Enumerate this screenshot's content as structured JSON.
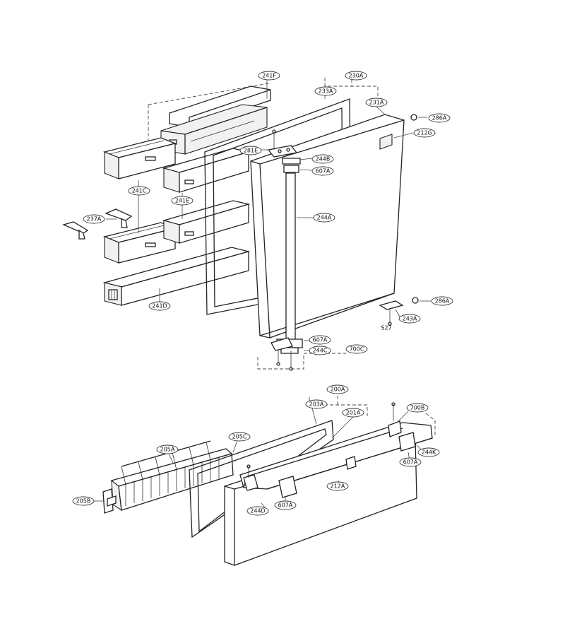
{
  "labels": [
    {
      "id": "230A",
      "text": "230A"
    },
    {
      "id": "241F",
      "text": "241F"
    },
    {
      "id": "233A",
      "text": "233A"
    },
    {
      "id": "231A",
      "text": "231A"
    },
    {
      "id": "286A-top",
      "text": "286A"
    },
    {
      "id": "212G",
      "text": "212G"
    },
    {
      "id": "281E",
      "text": "281E"
    },
    {
      "id": "244B",
      "text": "244B"
    },
    {
      "id": "607A-top",
      "text": "607A"
    },
    {
      "id": "241C",
      "text": "241C"
    },
    {
      "id": "241E",
      "text": "241E"
    },
    {
      "id": "237A",
      "text": "237A"
    },
    {
      "id": "244A",
      "text": "244A"
    },
    {
      "id": "241D",
      "text": "241D"
    },
    {
      "id": "286A-right",
      "text": "286A"
    },
    {
      "id": "243A",
      "text": "243A"
    },
    {
      "id": "S27",
      "text": "S27"
    },
    {
      "id": "607A-mid",
      "text": "607A"
    },
    {
      "id": "244C",
      "text": "244C"
    },
    {
      "id": "700C",
      "text": "700C"
    },
    {
      "id": "200A",
      "text": "200A"
    },
    {
      "id": "203A",
      "text": "203A"
    },
    {
      "id": "201A",
      "text": "201A"
    },
    {
      "id": "700B",
      "text": "700B"
    },
    {
      "id": "205C",
      "text": "205C"
    },
    {
      "id": "205A",
      "text": "205A"
    },
    {
      "id": "244K",
      "text": "244K"
    },
    {
      "id": "607A-bot-right",
      "text": "607A"
    },
    {
      "id": "212A",
      "text": "212A"
    },
    {
      "id": "205B",
      "text": "205B"
    },
    {
      "id": "607A-bot",
      "text": "607A"
    },
    {
      "id": "244D",
      "text": "244D"
    }
  ]
}
